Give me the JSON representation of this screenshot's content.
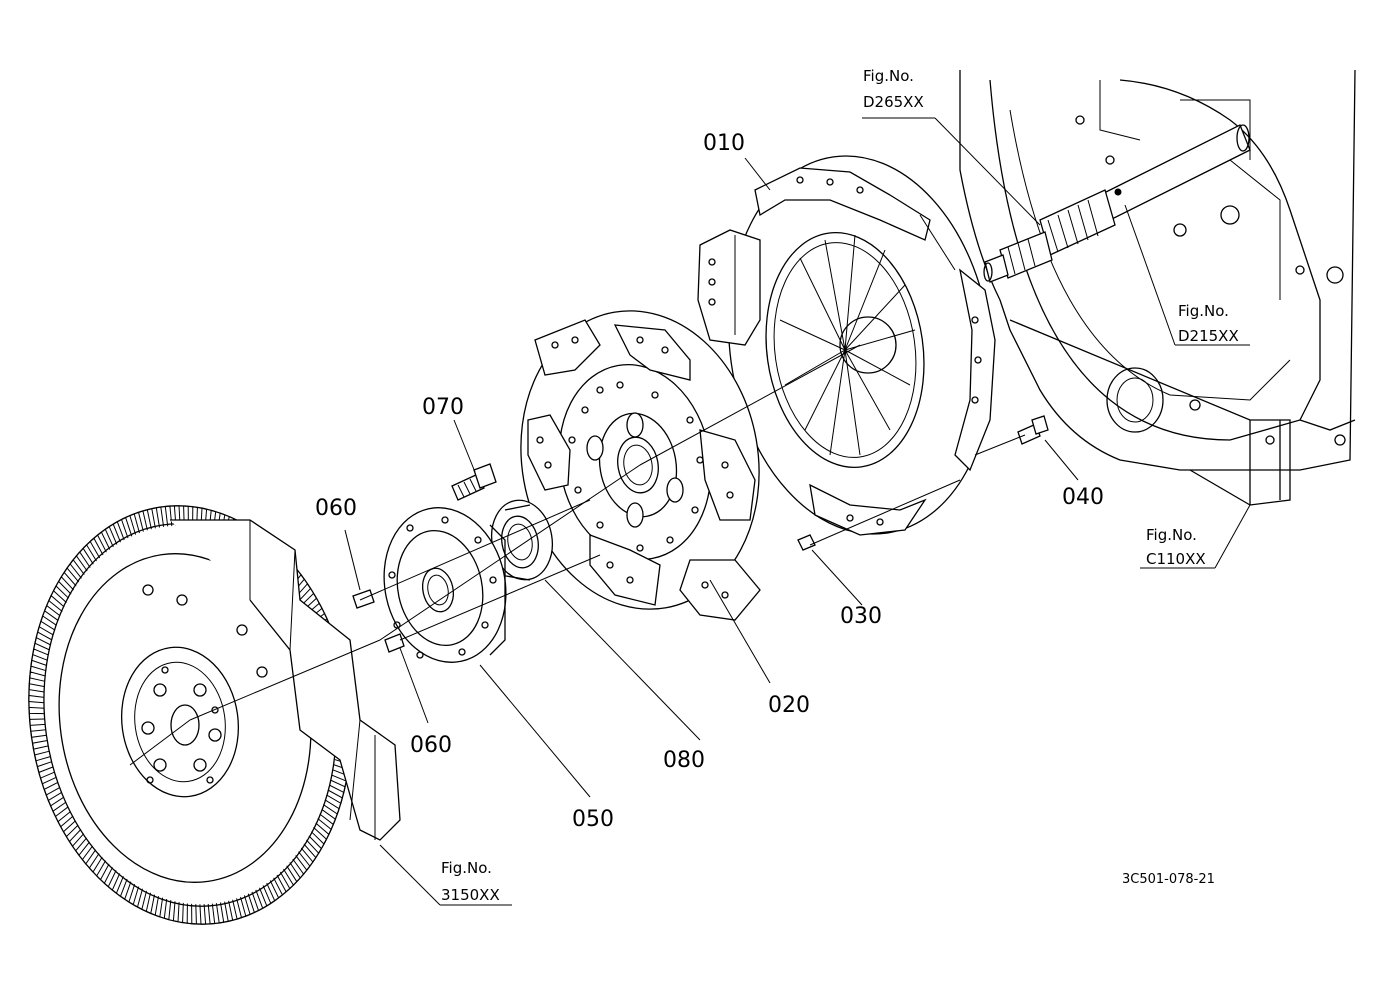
{
  "parts": {
    "p010": "010",
    "p020": "020",
    "p030": "030",
    "p040": "040",
    "p050": "050",
    "p060a": "060",
    "p060b": "060",
    "p070": "070",
    "p080": "080"
  },
  "figure_refs": {
    "d265": {
      "line1": "Fig.No.",
      "line2": "D265XX"
    },
    "d215": {
      "line1": "Fig.No.",
      "line2": "D215XX"
    },
    "c110": {
      "line1": "Fig.No.",
      "line2": "C110XX"
    },
    "f3150": {
      "line1": "Fig.No.",
      "line2": "3150XX"
    }
  },
  "drawing_code": "3C501-078-21"
}
